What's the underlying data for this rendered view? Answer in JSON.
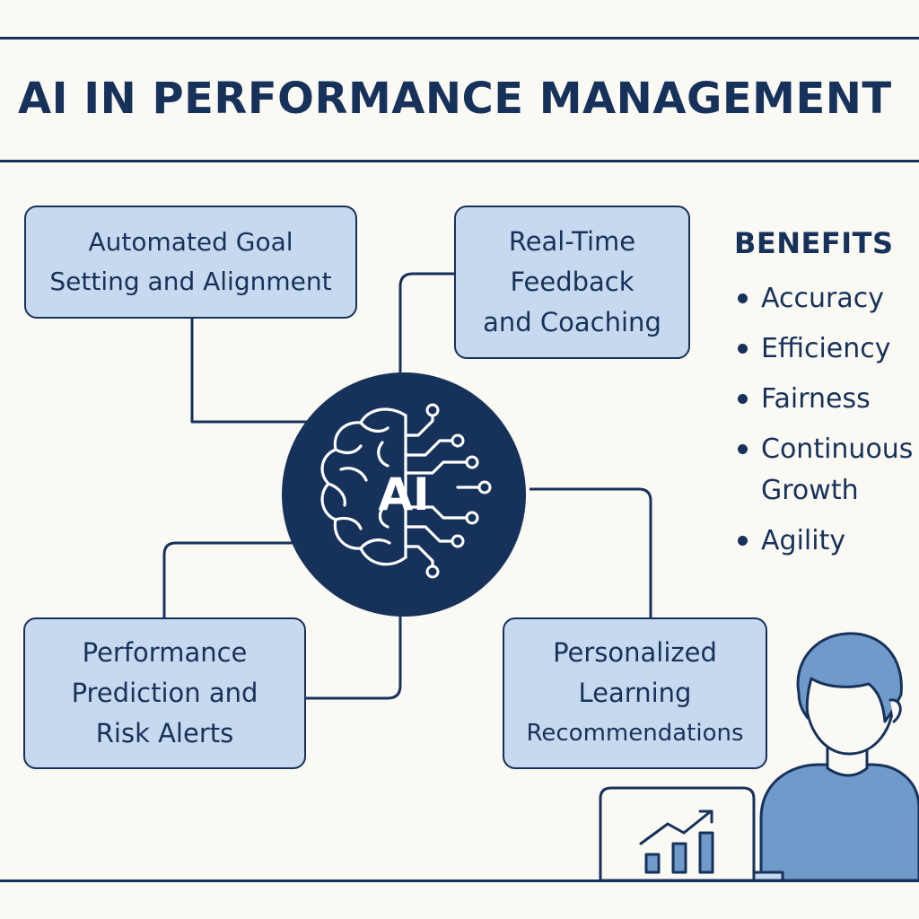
{
  "title": "AI IN PERFORMANCE MANAGEMENT",
  "hub_label": "AI",
  "features": [
    {
      "lines": [
        "Automated Goal",
        "Setting and Alignment"
      ]
    },
    {
      "lines": [
        "Real-Time",
        "Feedback",
        "and Coaching"
      ]
    },
    {
      "lines": [
        "Performance",
        "Prediction and",
        "Risk Alerts"
      ]
    },
    {
      "lines": [
        "Personalized",
        "Learning",
        "Recommendations"
      ]
    }
  ],
  "benefits": {
    "title": "BENEFITS",
    "items": [
      {
        "lines": [
          "Accuracy"
        ]
      },
      {
        "lines": [
          "Efficiency"
        ]
      },
      {
        "lines": [
          "Fairness"
        ]
      },
      {
        "lines": [
          "Continuous",
          "Growth"
        ]
      },
      {
        "lines": [
          "Agility"
        ]
      }
    ]
  },
  "colors": {
    "navy": "#17325a",
    "box_fill": "#c7d9ef",
    "person_blue": "#6f9ac9",
    "background": "#fbf9f4"
  },
  "icons": [
    "brain-circuit-icon",
    "person-illustration",
    "laptop-icon",
    "growth-chart-icon"
  ]
}
